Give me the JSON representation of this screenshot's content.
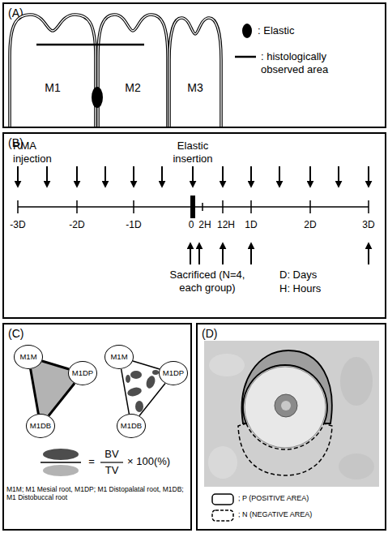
{
  "diagram": {
    "nodes": [
      {
        "text": [
          "(A)"
        ]
      },
      {
        "text": [
          "M1"
        ],
        "in": 0
      },
      {
        "text": [
          "M2"
        ],
        "in": 0
      },
      {
        "text": [
          "M3"
        ],
        "in": 0
      },
      {
        "text": [
          "(B)"
        ]
      },
      {
        "text": [
          "(C)"
        ]
      },
      {
        "text": [
          "M1M"
        ],
        "in": 5
      },
      {
        "text": [
          "M1DP"
        ],
        "in": 5
      },
      {
        "text": [
          "M1DB"
        ],
        "in": 5
      },
      {
        "text": [
          "M1M"
        ],
        "in": 5
      },
      {
        "text": [
          "M1DP"
        ],
        "in": 5
      },
      {
        "text": [
          "M1DB"
        ],
        "in": 5
      },
      {
        "text": [
          "(D)"
        ]
      }
    ],
    "edges": [
      {
        "from": 6,
        "to": 7,
        "arrow": "none"
      },
      {
        "from": 7,
        "to": 8,
        "arrow": "none"
      },
      {
        "from": 8,
        "to": 6,
        "arrow": "none"
      },
      {
        "from": 9,
        "to": 10,
        "arrow": "none"
      },
      {
        "from": 10,
        "to": 11,
        "arrow": "none"
      },
      {
        "from": 11,
        "to": 9,
        "arrow": "none"
      }
    ],
    "labels": [
      "RMA injection",
      "Elastic insertion",
      "-3D",
      "-2D",
      "-1D",
      "0",
      "2H",
      "12H",
      "1D",
      "2D",
      "3D",
      "Sacrificed (N=4, each group)",
      "D: Days",
      "H: Hours",
      "=",
      "BV",
      "TV",
      "× 100(%)",
      "M1M; M1 Mesial root, M1DP; M1 Distopalatal root, M1DB; M1 Distobuccal root"
    ],
    "legend": [
      {
        "text": ": Elastic"
      },
      {
        "text": ": histologically observed area"
      },
      {
        "text": "; P (POSITIVE AREA)"
      },
      {
        "text": "; N (NEGATIVE AREA)"
      }
    ]
  }
}
